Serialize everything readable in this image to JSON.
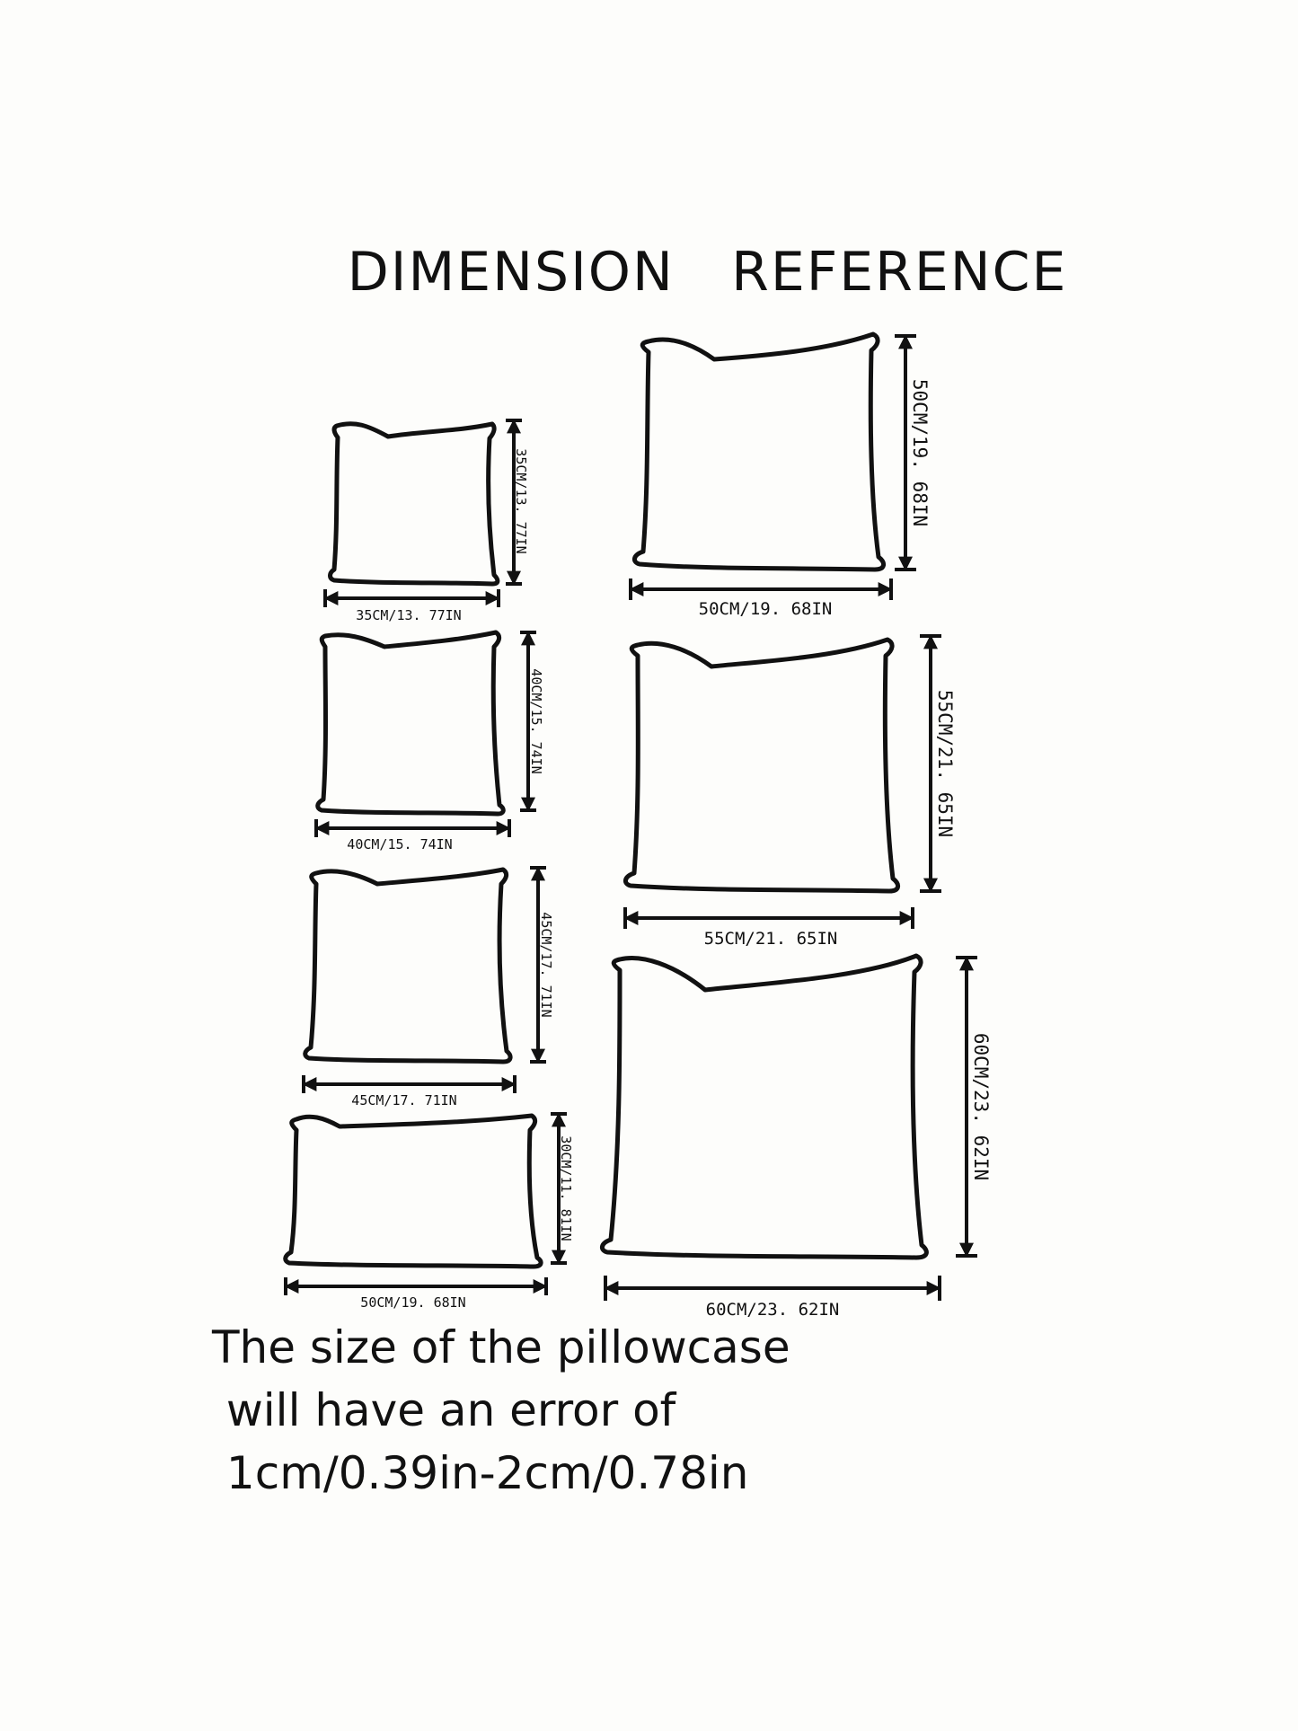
{
  "title": "DIMENSION   REFERENCE",
  "pillows": [
    {
      "id": "35",
      "width_label": "35CM/13. 77IN",
      "height_label": "35CM/13. 77IN"
    },
    {
      "id": "40",
      "width_label": "40CM/15. 74IN",
      "height_label": "40CM/15. 74IN"
    },
    {
      "id": "45",
      "width_label": "45CM/17. 71IN",
      "height_label": "45CM/17. 71IN"
    },
    {
      "id": "50x30",
      "width_label": "50CM/19. 68IN",
      "height_label": "30CM/11. 81IN"
    },
    {
      "id": "50",
      "width_label": "50CM/19. 68IN",
      "height_label": "50CM/19. 68IN"
    },
    {
      "id": "55",
      "width_label": "55CM/21. 65IN",
      "height_label": "55CM/21. 65IN"
    },
    {
      "id": "60",
      "width_label": "60CM/23. 62IN",
      "height_label": "60CM/23. 62IN"
    }
  ],
  "note": {
    "line1": "The size of the pillowcase",
    "line2": " will have an error of",
    "line3": " 1cm/0.39in-2cm/0.78in"
  }
}
